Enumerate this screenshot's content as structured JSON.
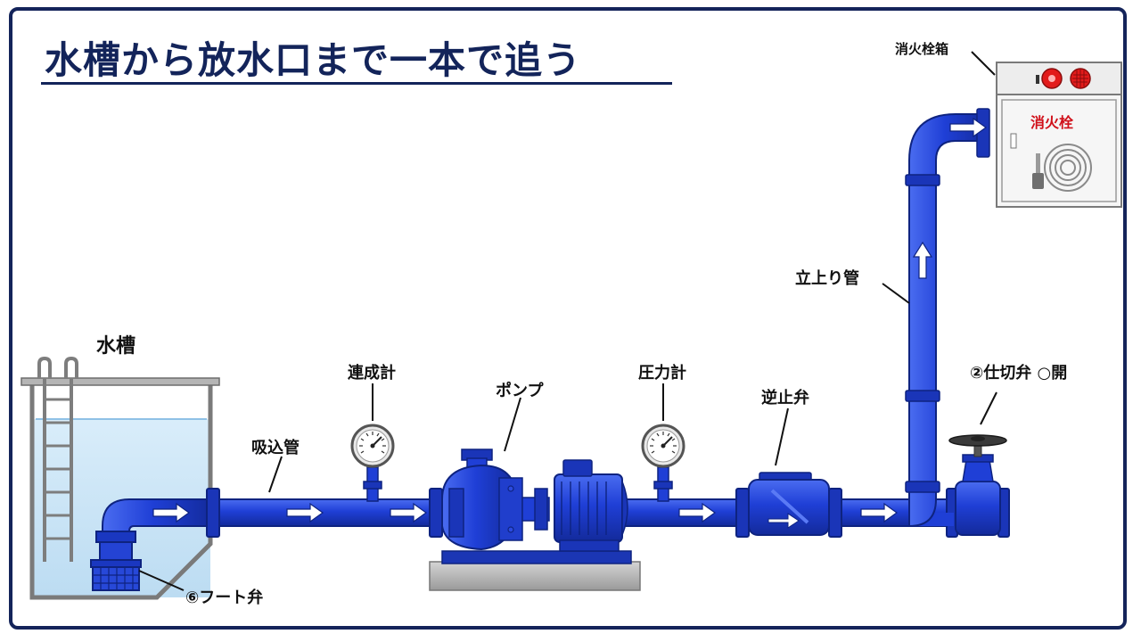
{
  "title": "水槽から放水口まで一本で追う",
  "labels": {
    "tank": "水槽",
    "foot_valve": "⑥フート弁",
    "suction_pipe": "吸込管",
    "compound_gauge": "連成計",
    "pump": "ポンプ",
    "pressure_gauge": "圧力計",
    "check_valve": "逆止弁",
    "gate_valve": "②仕切弁 ○開",
    "riser_pipe": "立上り管",
    "hydrant_box": "消火栓箱",
    "hydrant": "消火栓"
  },
  "colors": {
    "pipe": "#1f3fd6",
    "pipe_dark": "#142a9a",
    "water": "#cfe6f7",
    "frame": "#14245a",
    "hydrant_text": "#d0101a"
  },
  "icons": {
    "flow": "flow-arrow-icon",
    "gauge": "gauge-icon",
    "hose": "hose-reel-icon",
    "lamp": "indicator-lamp-icon",
    "handwheel": "handwheel-icon"
  }
}
